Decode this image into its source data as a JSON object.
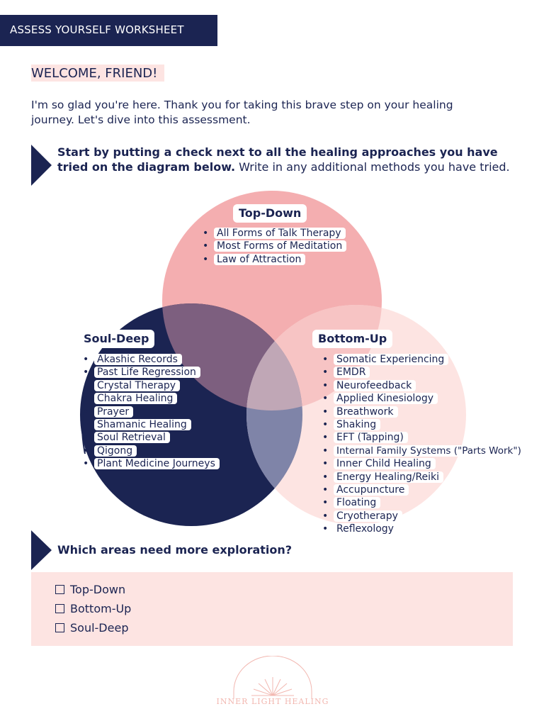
{
  "header": {
    "title": "ASSESS YOURSELF WORKSHEET"
  },
  "welcome": {
    "heading": "WELCOME, FRIEND!"
  },
  "intro": {
    "text": "I'm so glad you're here. Thank you for taking this brave step on your healing journey. Let's dive into this assessment."
  },
  "instruction": {
    "bold": "Start by putting a check next to all the healing approaches you have tried on the diagram below.",
    "normal": " Write in any additional methods you have tried."
  },
  "venn": {
    "top_down": {
      "title": "Top-Down",
      "items": [
        "All Forms of Talk Therapy",
        "Most Forms of Meditation",
        "Law of Attraction"
      ]
    },
    "soul_deep": {
      "title": "Soul-Deep",
      "items": [
        "Akashic Records",
        "Past Life Regression",
        "Crystal Therapy",
        "Chakra Healing",
        "Prayer",
        "Shamanic Healing",
        "Soul Retrieval",
        "Qigong",
        "Plant Medicine Journeys"
      ]
    },
    "bottom_up": {
      "title": "Bottom-Up",
      "items": [
        "Somatic Experiencing",
        "EMDR",
        "Neurofeedback",
        "Applied Kinesiology",
        "Breathwork",
        "Shaking",
        "EFT (Tapping)",
        "Internal Family Systems (\"Parts Work\")",
        "Inner Child Healing",
        "Energy Healing/Reiki",
        "Accupuncture",
        "Floating",
        "Cryotherapy",
        "Reflexology"
      ]
    },
    "colors": {
      "top_down": "#f4aeb0",
      "soul_deep": "#1b2452",
      "bottom_up": "#fde1df",
      "overlap": "#7d5f7f"
    }
  },
  "question": {
    "text": "Which areas need more exploration?"
  },
  "checkboxes": [
    {
      "label": "Top-Down"
    },
    {
      "label": "Bottom-Up"
    },
    {
      "label": "Soul-Deep"
    }
  ],
  "logo": {
    "text": "INNER LIGHT HEALING"
  },
  "colors": {
    "navy": "#1b2452",
    "pink": "#fde4e2"
  }
}
